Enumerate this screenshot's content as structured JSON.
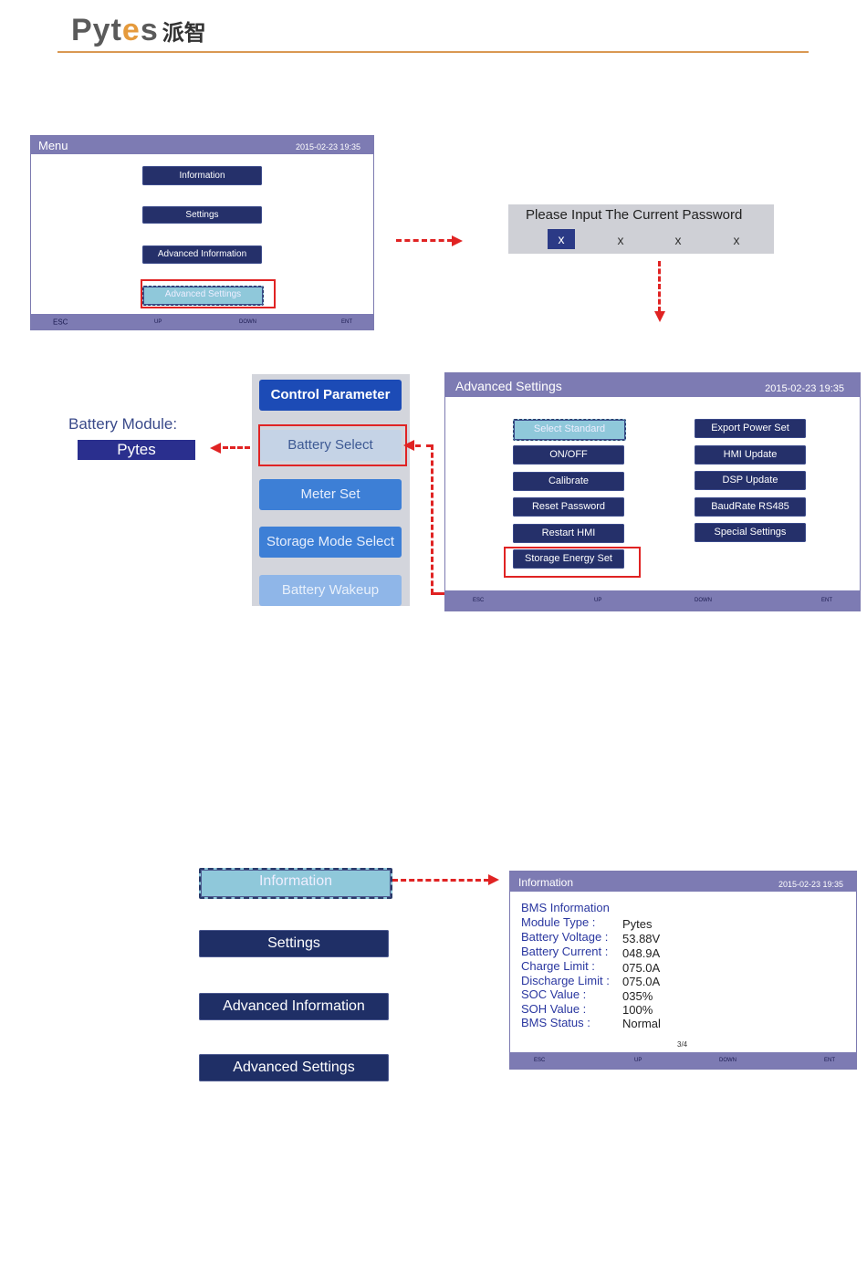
{
  "brand": {
    "name_latin": "Pytes",
    "name_cn": "派智"
  },
  "menu_screen": {
    "title": "Menu",
    "datetime": "2015-02-23   19:35",
    "buttons": [
      "Information",
      "Settings",
      "Advanced Information",
      "Advanced Settings"
    ],
    "selected": "Advanced Settings",
    "footer": [
      "ESC",
      "UP",
      "DOWN",
      "ENT"
    ]
  },
  "password_screen": {
    "prompt": "Please Input The Current Password",
    "digits": [
      "x",
      "x",
      "x",
      "x"
    ]
  },
  "battery_panel": {
    "buttons": [
      "Control Parameter",
      "Battery Select",
      "Meter Set",
      "Storage Mode Select",
      "Battery Wakeup"
    ],
    "highlighted": "Battery Select"
  },
  "battery_module": {
    "label": "Battery Module:",
    "value": "Pytes"
  },
  "advanced_screen": {
    "title": "Advanced Settings",
    "datetime": "2015-02-23   19:35",
    "left_buttons": [
      "Select Standard",
      "ON/OFF",
      "Calibrate",
      "Reset Password",
      "Restart HMI",
      "Storage Energy Set"
    ],
    "right_buttons": [
      "Export Power Set",
      "HMI Update",
      "DSP Update",
      "BaudRate RS485",
      "Special Settings"
    ],
    "footer": [
      "ESC",
      "UP",
      "DOWN",
      "ENT"
    ]
  },
  "big_menu": {
    "buttons": [
      "Information",
      "Settings",
      "Advanced Information",
      "Advanced Settings"
    ],
    "selected": "Information"
  },
  "info_screen": {
    "title": "Information",
    "datetime": "2015-02-23   19:35",
    "heading": "BMS Information",
    "rows": [
      {
        "label": "Module Type :",
        "value": "Pytes"
      },
      {
        "label": "Battery Voltage :",
        "value": "53.88V"
      },
      {
        "label": "Battery Current :",
        "value": "048.9A"
      },
      {
        "label": "Charge Limit :",
        "value": "075.0A"
      },
      {
        "label": "Discharge Limit :",
        "value": "075.0A"
      },
      {
        "label": "SOC Value :",
        "value": "035%"
      },
      {
        "label": "SOH Value :",
        "value": "100%"
      },
      {
        "label": "BMS Status :",
        "value": "Normal"
      }
    ],
    "page": "3/4",
    "footer": [
      "ESC",
      "UP",
      "DOWN",
      "ENT"
    ]
  },
  "colors": {
    "accent": "#7d7bb3",
    "button": "#25306a",
    "selected": "#8fc8da",
    "highlight": "#e02323",
    "brand_rule": "#d99852"
  }
}
